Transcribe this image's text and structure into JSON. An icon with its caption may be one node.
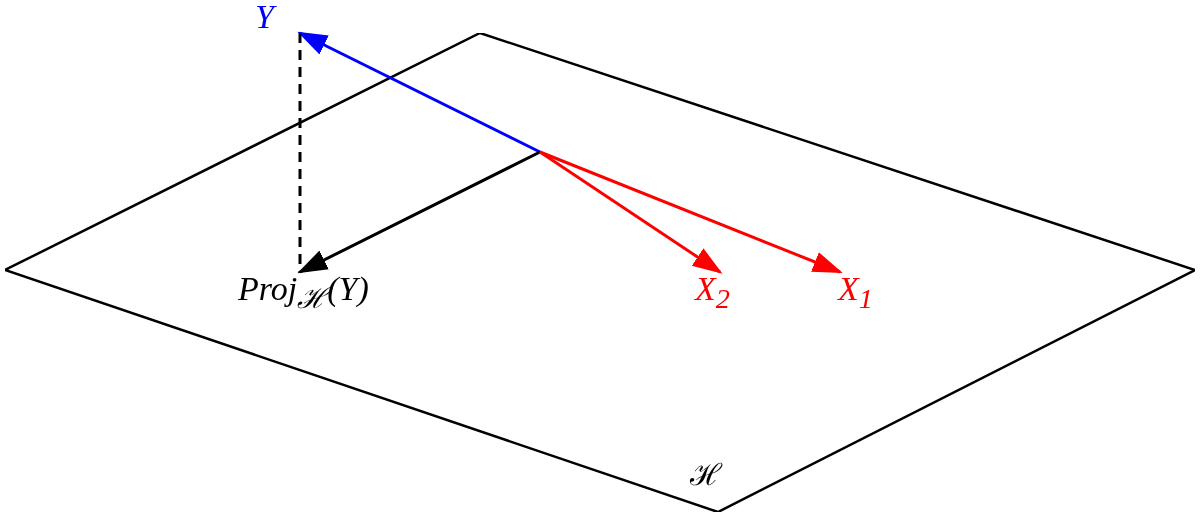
{
  "diagram": {
    "nodes": [
      {
        "text": [
          "ℋ"
        ]
      },
      {
        "text": [
          "Y"
        ]
      },
      {
        "text": [
          "Proj$_{ℋ}$(Y)"
        ],
        "in": 0
      },
      {
        "text": [
          "X$_{2}$"
        ],
        "in": 0
      },
      {
        "text": [
          "X$_{1}$"
        ],
        "in": 0
      }
    ],
    "edges": [
      {
        "from": null,
        "to": 1,
        "arrow": "to",
        "color": "#0000ff"
      },
      {
        "from": null,
        "to": 2,
        "arrow": "to"
      },
      {
        "from": null,
        "to": 3,
        "arrow": "to",
        "color": "#ff0000"
      },
      {
        "from": null,
        "to": 4,
        "arrow": "to",
        "color": "#ff0000"
      },
      {
        "from": 1,
        "to": 2,
        "arrow": "none",
        "style": "dashed"
      }
    ]
  }
}
